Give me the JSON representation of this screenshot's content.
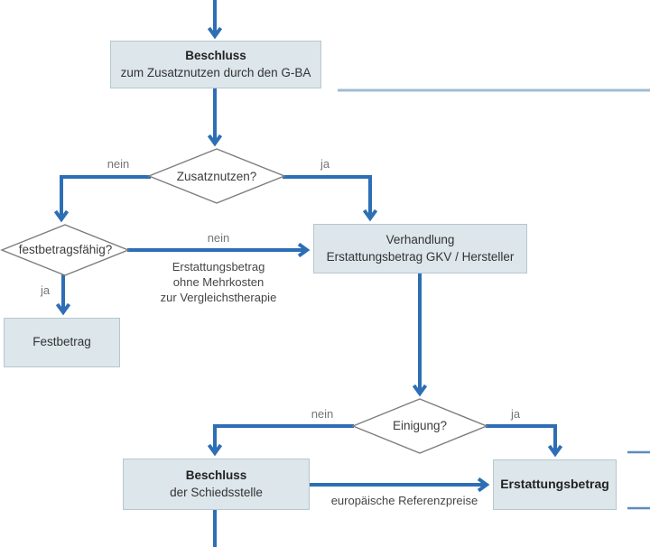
{
  "diagram": {
    "colors": {
      "arrow": "#2d6eb5",
      "thin_line": "#9fbcd6",
      "edge_stub": "#5d8cbd",
      "node_fill": "#dce6eb",
      "node_border": "#b6c7d0",
      "diamond_border": "#7d7d7d",
      "label_gray": "#757575"
    },
    "nodes": {
      "gba_decision": {
        "title": "Beschluss",
        "subtitle": "zum Zusatznutzen durch den G-BA"
      },
      "verhandlung": {
        "line1": "Verhandlung",
        "line2": "Erstattungsbetrag GKV / Hersteller"
      },
      "festbetrag": {
        "label": "Festbetrag"
      },
      "schiedsstelle": {
        "title": "Beschluss",
        "subtitle": "der Schiedsstelle"
      },
      "erstattungsbetrag": {
        "label": "Erstattungsbetrag"
      }
    },
    "decisions": {
      "zusatznutzen": {
        "label": "Zusatznutzen?"
      },
      "festbetragsfaehig": {
        "label": "festbetragsfähig?"
      },
      "einigung": {
        "label": "Einigung?"
      }
    },
    "edge_labels": {
      "zusatznutzen_no": "nein",
      "zusatznutzen_yes": "ja",
      "festbetragsfaehig_yes": "ja",
      "festbetragsfaehig_no": "nein",
      "einigung_no": "nein",
      "einigung_yes": "ja",
      "no_extra_cost_note_1": "Erstattungsbetrag",
      "no_extra_cost_note_2": "ohne Mehrkosten",
      "no_extra_cost_note_3": "zur Vergleichstherapie",
      "reference_prices_note": "europäische Referenzpreise"
    }
  }
}
